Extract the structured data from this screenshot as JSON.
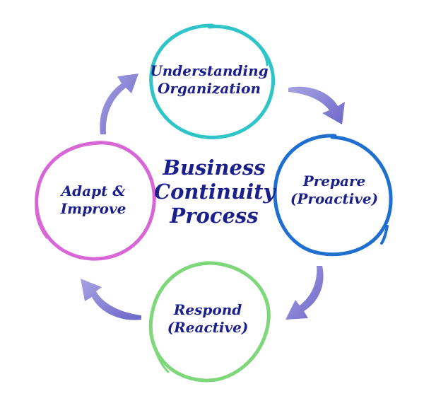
{
  "center": {
    "lines": [
      "Business",
      "Continuity",
      "Process"
    ]
  },
  "nodes": [
    {
      "id": "understanding",
      "lines": [
        "Understanding",
        "Organization"
      ],
      "color": "#2ec4c8"
    },
    {
      "id": "prepare",
      "lines": [
        "Prepare",
        "(Proactive)"
      ],
      "color": "#1e6fd0"
    },
    {
      "id": "respond",
      "lines": [
        "Respond",
        "(Reactive)"
      ],
      "color": "#7ed87a"
    },
    {
      "id": "adapt",
      "lines": [
        "Adapt &",
        "Improve"
      ],
      "color": "#d966d6"
    }
  ],
  "colors": {
    "text": "#1a1f8c",
    "arrow": "#7b75cf",
    "arrow_light": "#a7a2e3"
  },
  "arrows": [
    "arrow-understanding-to-prepare",
    "arrow-prepare-to-respond",
    "arrow-respond-to-adapt",
    "arrow-adapt-to-understanding"
  ]
}
